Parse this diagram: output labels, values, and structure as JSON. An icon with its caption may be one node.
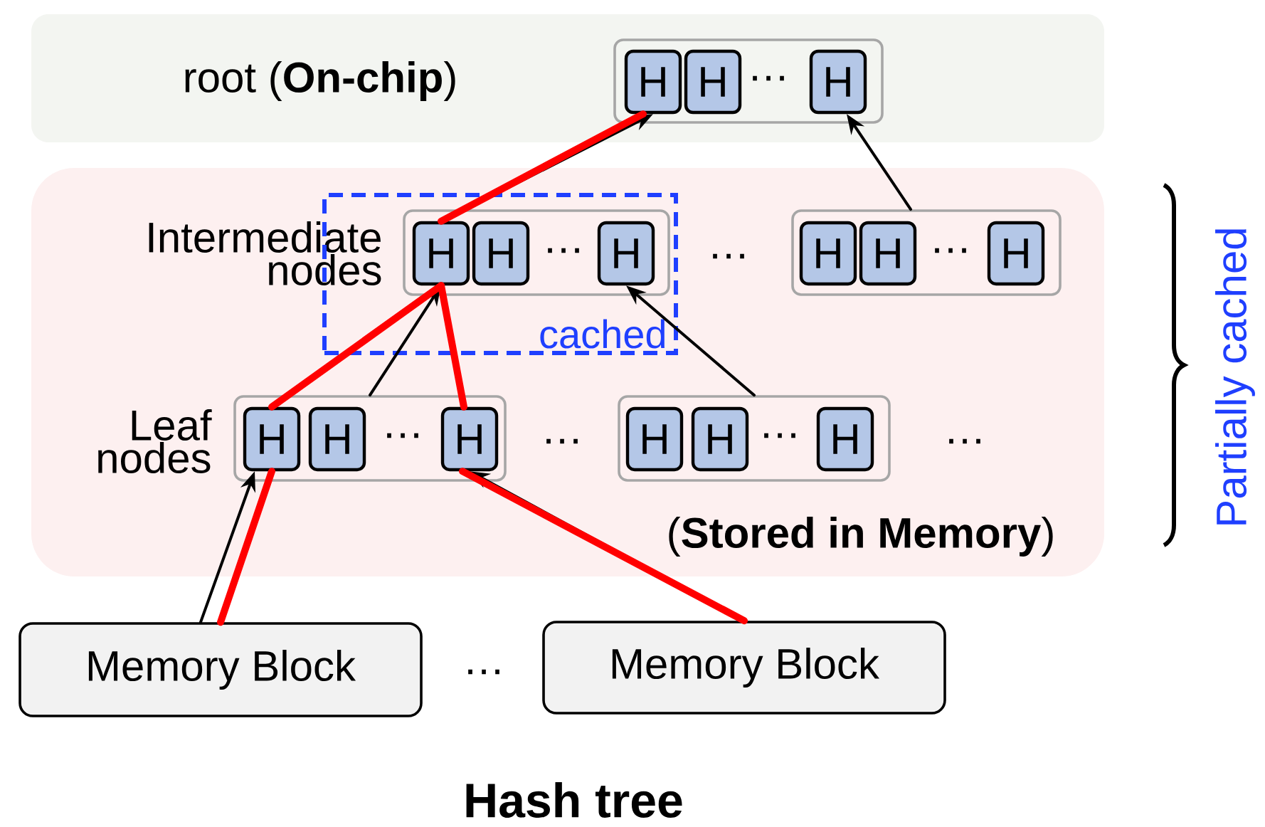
{
  "diagram": {
    "title": "Hash tree",
    "nodes": [
      {
        "text": [
          "root (**On-chip**)"
        ]
      },
      {
        "text": [],
        "shape": "box",
        "in": 0
      },
      {
        "text": [
          "H"
        ],
        "in": 1
      },
      {
        "text": [
          "H"
        ],
        "in": 1
      },
      {
        "text": [
          "H"
        ],
        "in": 1
      },
      {
        "text": [
          "Intermediate nodes",
          "Leaf nodes",
          "(**Stored in Memory**)"
        ]
      },
      {
        "text": [
          "cached"
        ],
        "in": 5
      },
      {
        "text": [],
        "shape": "box",
        "in": 6
      },
      {
        "text": [
          "H"
        ],
        "in": 7
      },
      {
        "text": [
          "H"
        ],
        "in": 7
      },
      {
        "text": [
          "H"
        ],
        "in": 7
      },
      {
        "text": [],
        "shape": "box",
        "in": 5
      },
      {
        "text": [
          "H"
        ],
        "in": 11
      },
      {
        "text": [
          "H"
        ],
        "in": 11
      },
      {
        "text": [
          "H"
        ],
        "in": 11
      },
      {
        "text": [],
        "shape": "box",
        "in": 5
      },
      {
        "text": [
          "H"
        ],
        "in": 15
      },
      {
        "text": [
          "H"
        ],
        "in": 15
      },
      {
        "text": [
          "H"
        ],
        "in": 15
      },
      {
        "text": [],
        "shape": "box",
        "in": 5
      },
      {
        "text": [
          "H"
        ],
        "in": 19
      },
      {
        "text": [
          "H"
        ],
        "in": 19
      },
      {
        "text": [
          "H"
        ],
        "in": 19
      },
      {
        "text": [
          "Memory Block"
        ]
      },
      {
        "text": [
          "Memory Block"
        ]
      }
    ],
    "edges": [
      {
        "from": 7,
        "to": 2,
        "arrow": "to"
      },
      {
        "from": 11,
        "to": 4,
        "arrow": "to"
      },
      {
        "from": 15,
        "to": 8,
        "arrow": "to"
      },
      {
        "from": 19,
        "to": 10,
        "arrow": "to"
      },
      {
        "from": 23,
        "to": 16,
        "arrow": "to"
      },
      {
        "from": 24,
        "to": 18,
        "arrow": "to"
      },
      {
        "from": 23,
        "to": 16,
        "arrow": "none",
        "style": "thick",
        "color": "#ff0000"
      },
      {
        "from": 16,
        "to": 8,
        "arrow": "none",
        "style": "thick",
        "color": "#ff0000"
      },
      {
        "from": 8,
        "to": 2,
        "arrow": "none",
        "style": "thick",
        "color": "#ff0000"
      },
      {
        "from": 24,
        "to": 18,
        "arrow": "none",
        "style": "thick",
        "color": "#ff0000"
      },
      {
        "from": 18,
        "to": 8,
        "arrow": "none",
        "style": "thick",
        "color": "#ff0000"
      }
    ],
    "labels": [
      "…",
      "…",
      "…",
      "…",
      "…",
      "…",
      "…",
      "…",
      "…",
      "Partially cached"
    ]
  }
}
